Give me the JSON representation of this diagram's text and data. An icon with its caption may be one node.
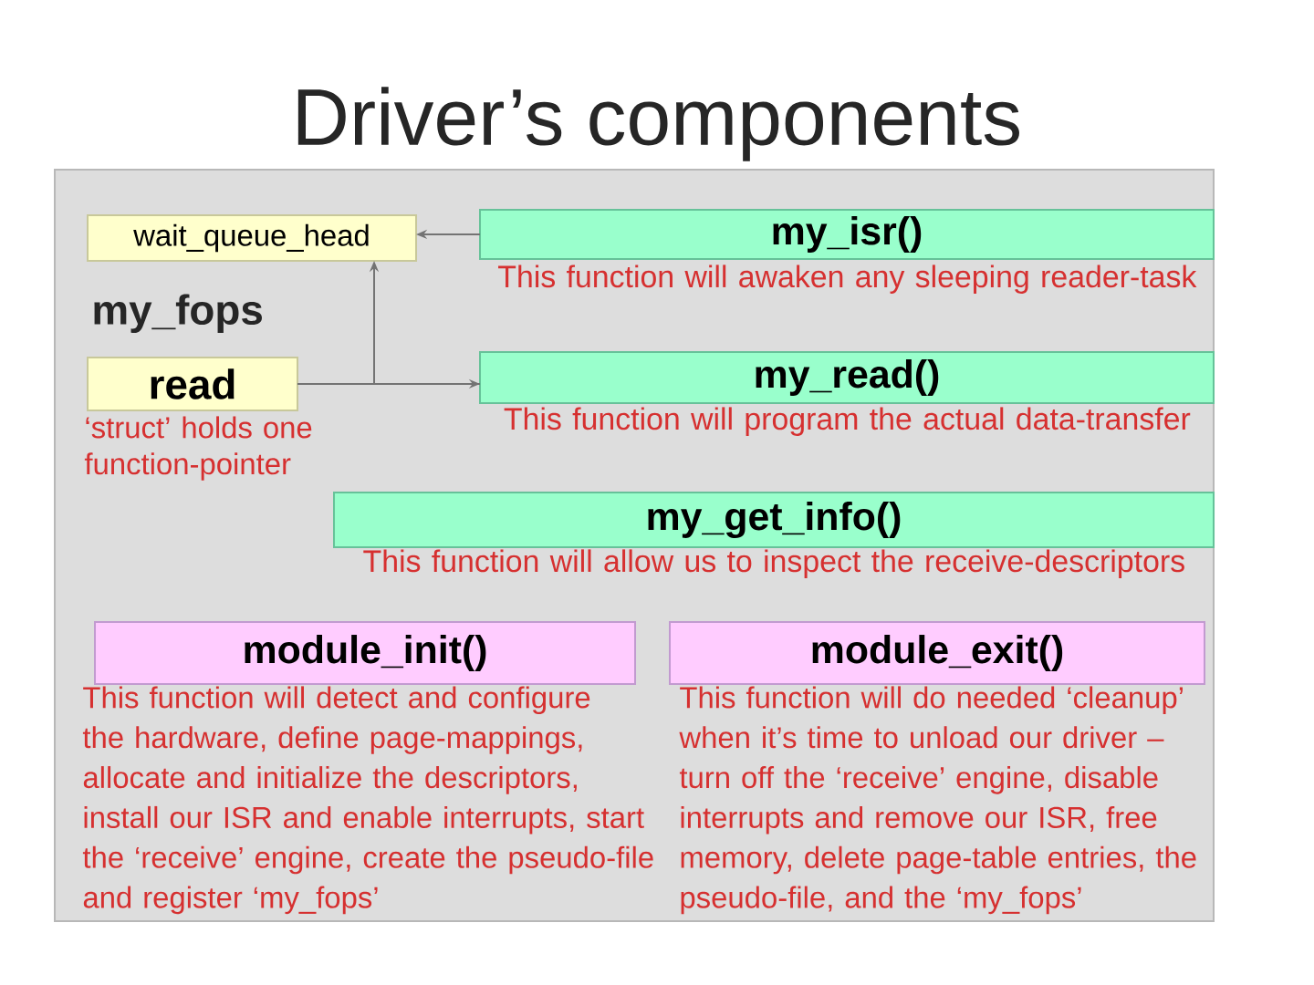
{
  "diagram": {
    "title": "Driver’s components",
    "nodes": [
      {
        "text": [],
        "shape": "box"
      },
      {
        "text": [
          "wait_queue_head"
        ],
        "in": 0
      },
      {
        "text": [
          "my_isr()"
        ],
        "in": 0,
        "beside": [
          "This function will awaken any sleeping reader-task"
        ]
      },
      {
        "text": [
          "my_fops",
          "read"
        ],
        "in": 0,
        "beside": [
          "‘struct’ holds one function-pointer"
        ]
      },
      {
        "text": [
          "my_read()"
        ],
        "in": 0,
        "beside": [
          "This function will program the actual data-transfer"
        ]
      },
      {
        "text": [
          "my_get_info()"
        ],
        "in": 0,
        "beside": [
          "This function will allow us to inspect the receive-descriptors"
        ]
      },
      {
        "text": [
          "module_init()"
        ],
        "in": 0,
        "beside": [
          "This function will detect and configure the hardware, define page-mappings, allocate and initialize the descriptors, install our ISR and enable interrupts, start the ‘receive’ engine, create the pseudo-file and register ‘my_fops’"
        ]
      },
      {
        "text": [
          "module_exit()"
        ],
        "in": 0,
        "beside": [
          "This function will do needed ‘cleanup’ when it’s time to unload our driver – turn off the ‘receive’ engine, disable interrupts and remove our ISR, free memory, delete page-table entries, the pseudo-file, and the ‘my_fops’"
        ]
      }
    ],
    "edges": [
      {
        "from": 2,
        "to": 1,
        "arrow": "to"
      },
      {
        "from": 3,
        "to": 4,
        "arrow": "to"
      },
      {
        "from": 4,
        "to": 1,
        "arrow": "to"
      }
    ]
  }
}
